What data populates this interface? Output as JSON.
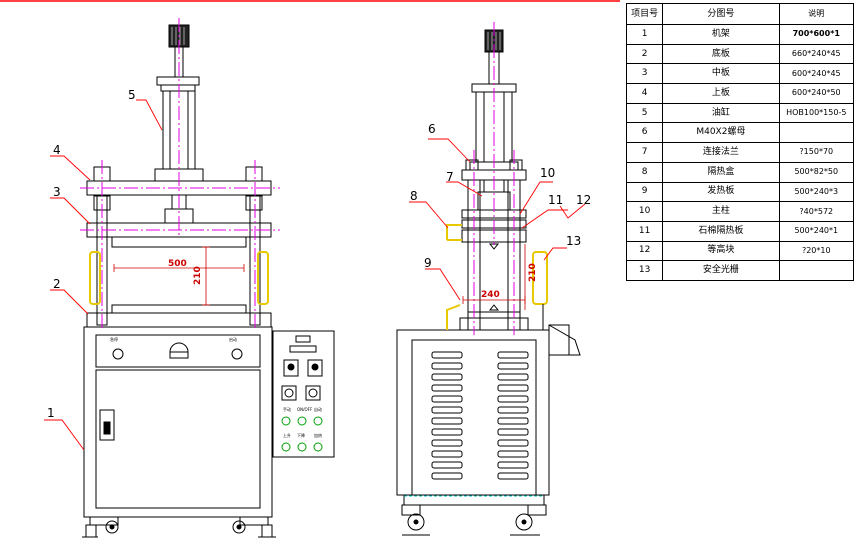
{
  "table": {
    "headers": [
      "项目号",
      "分图号",
      "说明"
    ],
    "rows": [
      [
        "1",
        "机架",
        "700*600*1"
      ],
      [
        "2",
        "底板",
        "660*240*45"
      ],
      [
        "3",
        "中板",
        "600*240*45"
      ],
      [
        "4",
        "上板",
        "600*240*50"
      ],
      [
        "5",
        "油缸",
        "HOB100*150-5"
      ],
      [
        "6",
        "M40X2螺母",
        ""
      ],
      [
        "7",
        "连接法兰",
        "?150*70"
      ],
      [
        "8",
        "隔热盒",
        "500*82*50"
      ],
      [
        "9",
        "发热板",
        "500*240*3"
      ],
      [
        "10",
        "主柱",
        "?40*572"
      ],
      [
        "11",
        "石棉隔热板",
        "500*240*1"
      ],
      [
        "12",
        "等高块",
        "?20*10"
      ],
      [
        "13",
        "安全光栅",
        ""
      ]
    ]
  },
  "front_view": {
    "labels": [
      "1",
      "2",
      "3",
      "4",
      "5"
    ],
    "dim_width": "500",
    "dim_height": "210"
  },
  "side_view": {
    "labels": [
      "6",
      "7",
      "8",
      "9",
      "10",
      "11",
      "12",
      "13"
    ],
    "dim_width": "240",
    "dim_height": "210"
  },
  "colors": {
    "line": "#000000",
    "centerline": "#e000e0",
    "leader": "#ff0000",
    "dimension": "#cc0000",
    "heat_box": "#e8c800",
    "base_dashed": "#00c8c8"
  }
}
